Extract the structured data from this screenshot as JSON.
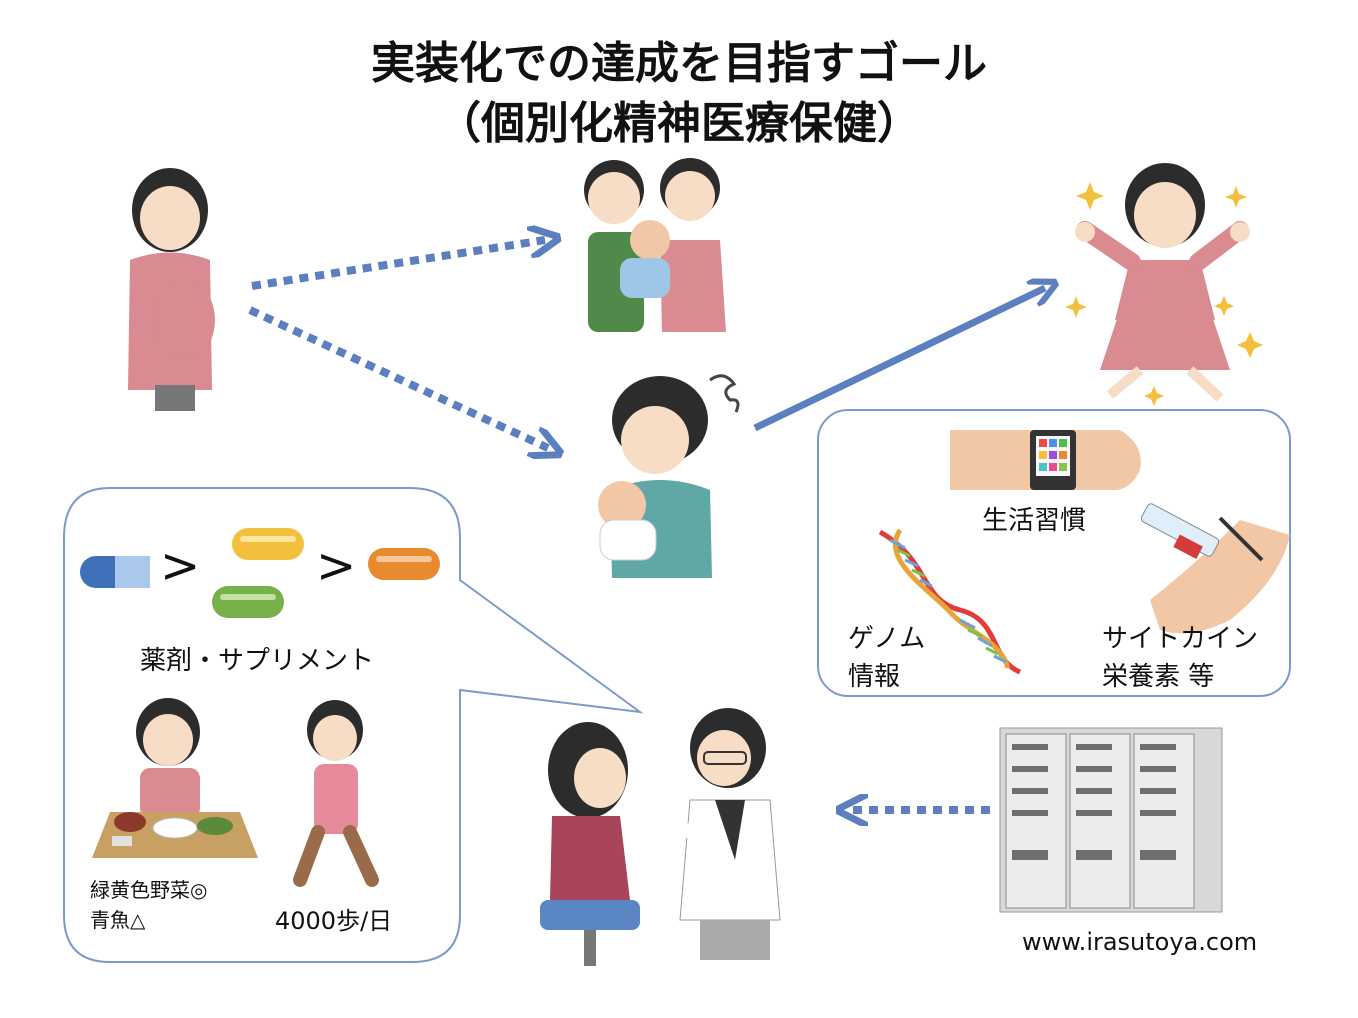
{
  "title": {
    "line1": "実装化での達成を目指すゴール",
    "line2": "（個別化精神医療保健）"
  },
  "left_box": {
    "supplements_label": "薬剤・サプリメント",
    "diet_label_line1": "緑黄色野菜◎",
    "diet_label_line2": "青魚△",
    "steps_label": "4000歩/日",
    "comparison_symbol": ">"
  },
  "right_box": {
    "lifestyle_label": "生活習慣",
    "genome_line1": "ゲノム",
    "genome_line2": "情報",
    "cytokine_line1": "サイトカイン",
    "cytokine_line2": "栄養素 等"
  },
  "credit": "www.irasutoya.com",
  "colors": {
    "arrow": "#5b7fbf",
    "box_border": "#7e9ac9",
    "capsule_blue": "#3f70b8",
    "capsule_yellow": "#f2c03c",
    "capsule_green": "#78b04a",
    "capsule_orange": "#e88a2e",
    "pink_clothes": "#d98b91",
    "teal_clothes": "#5fa8a6"
  }
}
